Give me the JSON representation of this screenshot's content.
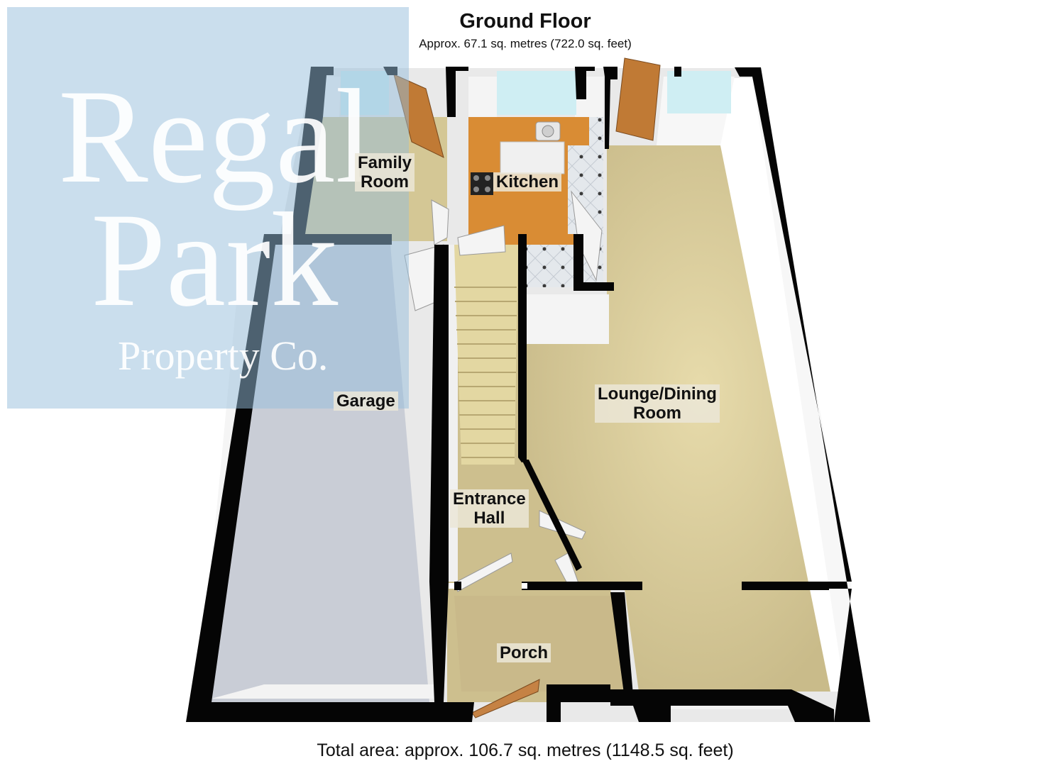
{
  "header": {
    "title": "Ground Floor",
    "area": "Approx. 67.1 sq. metres (722.0 sq. feet)"
  },
  "rooms": {
    "family_room": "Family\nRoom",
    "kitchen": "Kitchen",
    "garage": "Garage",
    "lounge_dining": "Lounge/Dining\nRoom",
    "entrance_hall": "Entrance\nHall",
    "porch": "Porch"
  },
  "footer": {
    "total_area": "Total area: approx. 106.7 sq. metres (1148.5 sq. feet)"
  },
  "watermark": {
    "line1": "Regal",
    "line2": "Park",
    "line3": "Property Co."
  },
  "colors": {
    "wall": "#050505",
    "carpet": "#d9cb9b",
    "garage_floor": "#c7cbd4",
    "wall_face": "#f6f6f6",
    "worktop": "#d98c34",
    "door": "#c07a35",
    "window": "#c9e9ef",
    "watermark": "#96bedc"
  }
}
